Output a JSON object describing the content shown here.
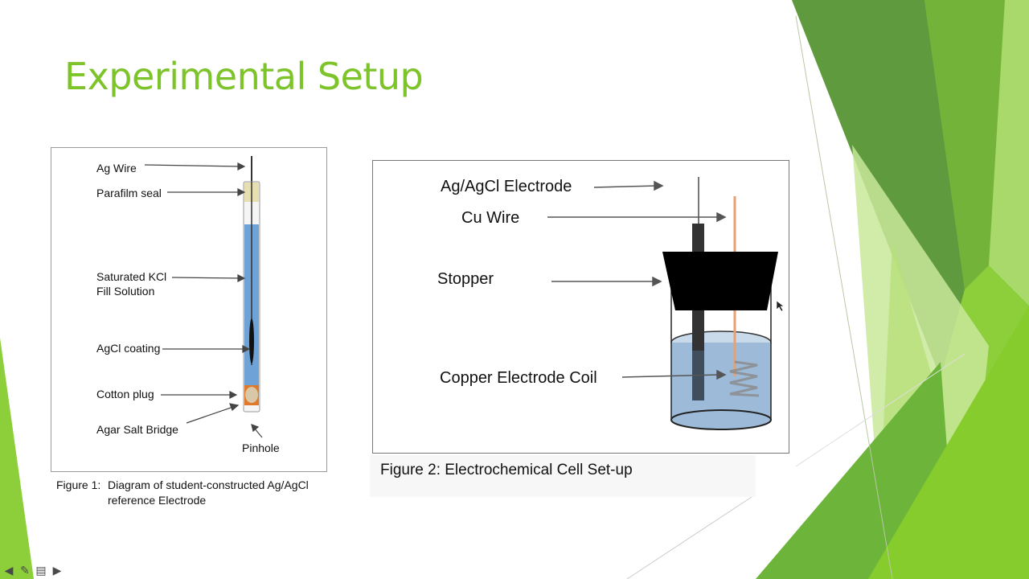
{
  "slide": {
    "title": "Experimental Setup",
    "title_color": "#7dc42a"
  },
  "figure1": {
    "labels": {
      "ag_wire": "Ag Wire",
      "parafilm": "Parafilm seal",
      "kcl_line1": "Saturated KCl",
      "kcl_line2": "Fill Solution",
      "agcl": "AgCl coating",
      "cotton": "Cotton plug",
      "agar": "Agar Salt Bridge",
      "pinhole": "Pinhole"
    },
    "caption_number": "Figure 1:",
    "caption_line1": "Diagram of student-constructed Ag/AgCl",
    "caption_line2": "reference Electrode"
  },
  "figure2": {
    "labels": {
      "electrode": "Ag/AgCl Electrode",
      "cu_wire": "Cu Wire",
      "stopper": "Stopper",
      "coil": "Copper Electrode Coil"
    },
    "caption": "Figure 2:  Electrochemical Cell Set-up"
  },
  "nav": {
    "prev": "◀",
    "pen": "✎",
    "menu": "▤",
    "next": "▶"
  },
  "colors": {
    "green_light": "#a6d95a",
    "green_mid": "#7dc42a",
    "green_dark": "#5e9a35",
    "solution_blue": "#6fa3d8",
    "beaker_blue": "#9dbbd8",
    "copper": "#e8a070"
  }
}
